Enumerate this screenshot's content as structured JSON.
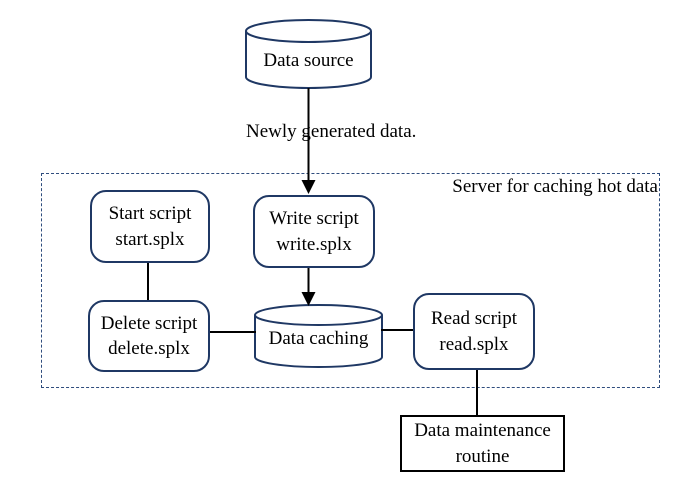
{
  "diagram": {
    "boundary_label": "Server for caching hot data",
    "nodes": {
      "data_source": {
        "label": "Data source",
        "shape": "cylinder"
      },
      "start_script": {
        "label": "Start script\nstart.splx",
        "shape": "rounded-rect"
      },
      "write_script": {
        "label": "Write script\nwrite.splx",
        "shape": "rounded-rect"
      },
      "delete_script": {
        "label": "Delete script\ndelete.splx",
        "shape": "rounded-rect"
      },
      "data_caching": {
        "label": "Data caching",
        "shape": "cylinder"
      },
      "read_script": {
        "label": "Read script\nread.splx",
        "shape": "rounded-rect"
      },
      "maintenance_routine": {
        "label": "Data maintenance\nroutine",
        "shape": "rect"
      }
    },
    "edges": [
      {
        "from": "data_source",
        "to": "write_script",
        "label": "Newly generated data.",
        "arrow": true
      },
      {
        "from": "start_script",
        "to": "delete_script",
        "label": "",
        "arrow": false
      },
      {
        "from": "write_script",
        "to": "data_caching",
        "label": "",
        "arrow": true
      },
      {
        "from": "delete_script",
        "to": "data_caching",
        "label": "",
        "arrow": false
      },
      {
        "from": "data_caching",
        "to": "read_script",
        "label": "",
        "arrow": false
      },
      {
        "from": "read_script",
        "to": "maintenance_routine",
        "label": "",
        "arrow": false
      }
    ],
    "edge_labels": {
      "source_to_write": "Newly generated data."
    },
    "colors": {
      "node_border": "#1f3864",
      "connector": "#000000",
      "boundary_border": "#2f4d7d",
      "background": "#ffffff"
    }
  }
}
